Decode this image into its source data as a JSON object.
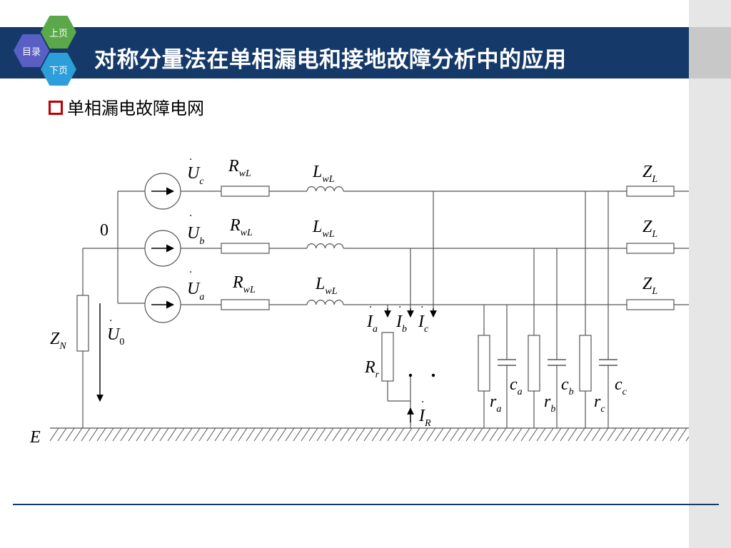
{
  "header": {
    "title": "对称分量法在单相漏电和接地故障分析中的应用",
    "nav": {
      "up": "上页",
      "toc": "目录",
      "down": "下页"
    }
  },
  "section": {
    "heading": "单相漏电故障电网"
  },
  "circuit": {
    "node_zero": "0",
    "ground_label": "E",
    "sources": [
      {
        "U": "U",
        "sub": "c",
        "R": "R",
        "R_sub": "wL",
        "L": "L",
        "L_sub": "wL",
        "Z": "Z",
        "Z_sub": "L"
      },
      {
        "U": "U",
        "sub": "b",
        "R": "R",
        "R_sub": "wL",
        "L": "L",
        "L_sub": "wL",
        "Z": "Z",
        "Z_sub": "L"
      },
      {
        "U": "U",
        "sub": "a",
        "R": "R",
        "R_sub": "wL",
        "L": "L",
        "L_sub": "wL",
        "Z": "Z",
        "Z_sub": "L"
      }
    ],
    "neutral_impedance": {
      "main": "Z",
      "sub": "N"
    },
    "neutral_voltage": {
      "main": "U",
      "sub": "0"
    },
    "fault_currents": [
      {
        "main": "I",
        "sub": "a"
      },
      {
        "main": "I",
        "sub": "b"
      },
      {
        "main": "I",
        "sub": "c"
      }
    ],
    "fault_resistor": {
      "main": "R",
      "sub": "r"
    },
    "fault_ground_current": {
      "main": "I",
      "sub": "R"
    },
    "insulation_resistors": [
      {
        "main": "r",
        "sub": "a"
      },
      {
        "main": "r",
        "sub": "b"
      },
      {
        "main": "r",
        "sub": "c"
      }
    ],
    "capacitances": [
      {
        "main": "c",
        "sub": "a"
      },
      {
        "main": "c",
        "sub": "b"
      },
      {
        "main": "c",
        "sub": "c"
      }
    ]
  }
}
